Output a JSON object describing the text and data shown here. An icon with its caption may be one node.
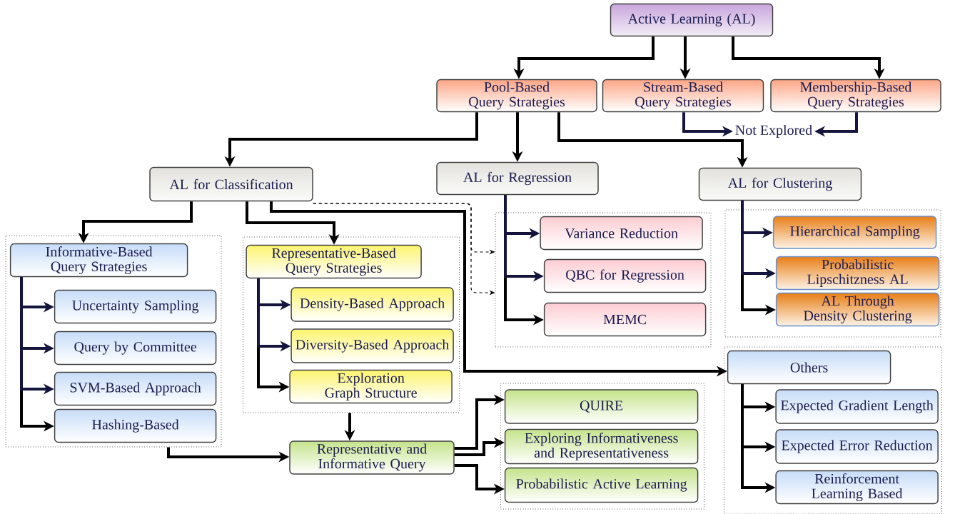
{
  "diagram": {
    "nodes": [
      {
        "text": [
          "Active Learning (AL)"
        ]
      },
      {
        "text": [
          "Pool-Based Query Strategies"
        ]
      },
      {
        "text": [
          "Stream-Based Query Strategies"
        ]
      },
      {
        "text": [
          "Membership-Based Query Strategies"
        ]
      },
      {
        "text": [
          "Not Explored"
        ]
      },
      {
        "text": [
          "AL for Classification"
        ]
      },
      {
        "text": [
          "AL for Regression"
        ]
      },
      {
        "text": [
          "AL for Clustering"
        ]
      },
      {
        "text": [],
        "shape": "box"
      },
      {
        "text": [
          "Informative-Based Query Strategies"
        ],
        "in": 8
      },
      {
        "text": [
          "Uncertainty Sampling"
        ],
        "in": 8
      },
      {
        "text": [
          "Query by Committee"
        ],
        "in": 8
      },
      {
        "text": [
          "SVM-Based Approach"
        ],
        "in": 8
      },
      {
        "text": [
          "Hashing-Based"
        ],
        "in": 8
      },
      {
        "text": [],
        "shape": "box"
      },
      {
        "text": [
          "Representative-Based Query Strategies"
        ],
        "in": 14
      },
      {
        "text": [
          "Density-Based Approach"
        ],
        "in": 14
      },
      {
        "text": [
          "Diversity-Based Approach"
        ],
        "in": 14
      },
      {
        "text": [
          "Exploration Graph Structure"
        ],
        "in": 14
      },
      {
        "text": [],
        "shape": "box"
      },
      {
        "text": [
          "Variance Reduction"
        ],
        "in": 19
      },
      {
        "text": [
          "QBC for Regression"
        ],
        "in": 19
      },
      {
        "text": [
          "MEMC"
        ],
        "in": 19
      },
      {
        "text": [],
        "shape": "box"
      },
      {
        "text": [
          "Hierarchical Sampling"
        ],
        "in": 23
      },
      {
        "text": [
          "Probabilistic Lipschitzness AL"
        ],
        "in": 23
      },
      {
        "text": [
          "AL Through Density Clustering"
        ],
        "in": 23
      },
      {
        "text": [],
        "shape": "box"
      },
      {
        "text": [
          "Others"
        ],
        "in": 27
      },
      {
        "text": [
          "Expected Gradient Length"
        ],
        "in": 27
      },
      {
        "text": [
          "Expected Error Reduction"
        ],
        "in": 27
      },
      {
        "text": [
          "Reinforcement Learning Based"
        ],
        "in": 27
      },
      {
        "text": [
          "Representative and Informative Query"
        ]
      },
      {
        "text": [],
        "shape": "box"
      },
      {
        "text": [
          "QUIRE"
        ],
        "in": 33
      },
      {
        "text": [
          "Exploring Informativeness and Representativeness"
        ],
        "in": 33
      },
      {
        "text": [
          "Probabilistic Active Learning"
        ],
        "in": 33
      }
    ],
    "edges": [
      {
        "from": 0,
        "to": 1,
        "arrow": "to"
      },
      {
        "from": 0,
        "to": 2,
        "arrow": "to"
      },
      {
        "from": 0,
        "to": 3,
        "arrow": "to"
      },
      {
        "from": 2,
        "to": 4,
        "arrow": "to",
        "color": "#14143c"
      },
      {
        "from": 3,
        "to": 4,
        "arrow": "to",
        "color": "#14143c"
      },
      {
        "from": 1,
        "to": 5,
        "arrow": "to"
      },
      {
        "from": 1,
        "to": 6,
        "arrow": "to"
      },
      {
        "from": 1,
        "to": 7,
        "arrow": "to"
      },
      {
        "from": 5,
        "to": 9,
        "arrow": "to"
      },
      {
        "from": 5,
        "to": 15,
        "arrow": "to"
      },
      {
        "from": 5,
        "to": 28,
        "arrow": "to"
      },
      {
        "from": 5,
        "to": 19,
        "arrow": "to",
        "style": "dashed"
      },
      {
        "from": 5,
        "to": 19,
        "arrow": "to",
        "style": "dashed"
      },
      {
        "from": 9,
        "to": 13,
        "arrow": "to"
      },
      {
        "from": 9,
        "to": 10,
        "arrow": "to",
        "color": "#14143c"
      },
      {
        "from": 9,
        "to": 11,
        "arrow": "to",
        "color": "#14143c"
      },
      {
        "from": 9,
        "to": 12,
        "arrow": "to",
        "color": "#14143c"
      },
      {
        "from": 15,
        "to": 18,
        "arrow": "to"
      },
      {
        "from": 15,
        "to": 16,
        "arrow": "to",
        "color": "#14143c"
      },
      {
        "from": 15,
        "to": 17,
        "arrow": "to",
        "color": "#14143c"
      },
      {
        "from": 6,
        "to": 22,
        "arrow": "to"
      },
      {
        "from": 6,
        "to": 20,
        "arrow": "to",
        "color": "#14143c"
      },
      {
        "from": 6,
        "to": 21,
        "arrow": "to",
        "color": "#14143c"
      },
      {
        "from": 7,
        "to": 26,
        "arrow": "to"
      },
      {
        "from": 7,
        "to": 24,
        "arrow": "to",
        "color": "#14143c"
      },
      {
        "from": 7,
        "to": 25,
        "arrow": "to",
        "color": "#14143c"
      },
      {
        "from": 28,
        "to": 29,
        "arrow": "to"
      },
      {
        "from": 28,
        "to": 30,
        "arrow": "to"
      },
      {
        "from": 28,
        "to": 31,
        "arrow": "to"
      },
      {
        "from": 8,
        "to": 32,
        "arrow": "to"
      },
      {
        "from": 14,
        "to": 32,
        "arrow": "to"
      },
      {
        "from": 32,
        "to": 34,
        "arrow": "to"
      },
      {
        "from": 32,
        "to": 35,
        "arrow": "to"
      },
      {
        "from": 32,
        "to": 36,
        "arrow": "to"
      }
    ]
  }
}
